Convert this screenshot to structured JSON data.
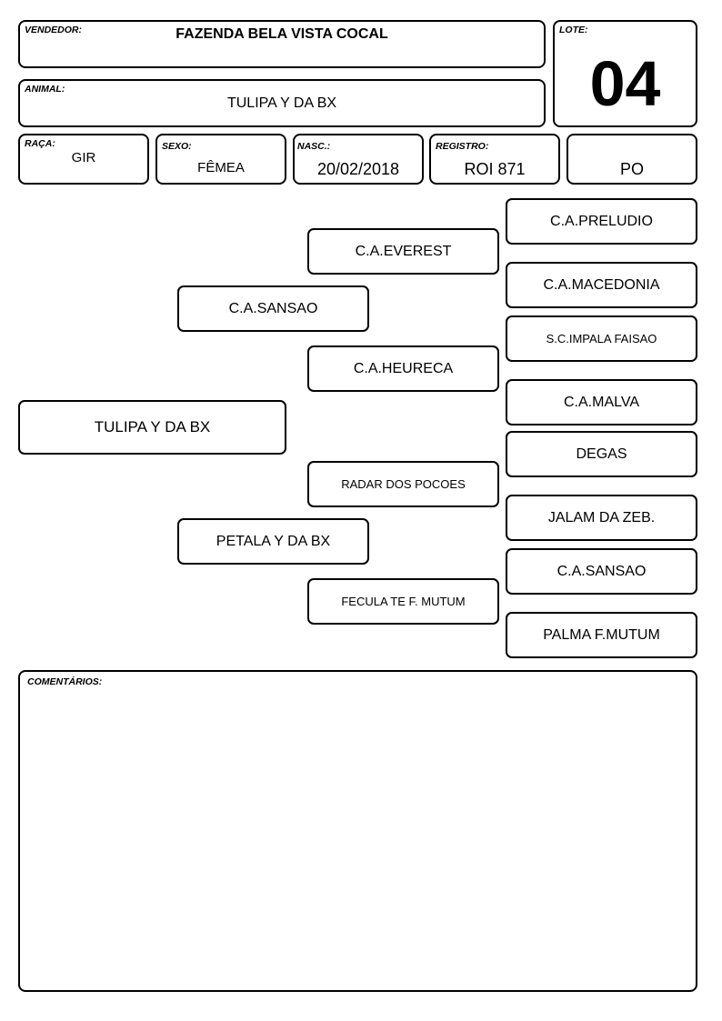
{
  "header": {
    "vendor_label": "VENDEDOR:",
    "vendor": "FAZENDA BELA VISTA COCAL",
    "lot_label": "LOTE:",
    "lot": "04",
    "animal_label": "ANIMAL:",
    "animal": "TULIPA Y DA BX",
    "breed_label": "RAÇA:",
    "breed": "GIR",
    "sex_label": "SEXO:",
    "sex": "FÊMEA",
    "birth_label": "NASC.:",
    "birth": "20/02/2018",
    "registry_label": "REGISTRO:",
    "registry": "ROI 871",
    "category": "PO"
  },
  "pedigree": {
    "animal": "TULIPA Y DA BX",
    "sire": "C.A.SANSAO",
    "dam": "PETALA Y DA BX",
    "sire_sire": "C.A.EVEREST",
    "sire_dam": "C.A.HEURECA",
    "dam_sire": "RADAR DOS POCOES",
    "dam_dam": "FECULA TE F. MUTUM",
    "gg": [
      "C.A.PRELUDIO",
      "C.A.MACEDONIA",
      "S.C.IMPALA FAISAO",
      "C.A.MALVA",
      "DEGAS",
      "JALAM DA ZEB.",
      "C.A.SANSAO",
      "PALMA F.MUTUM"
    ]
  },
  "comments": {
    "label": "COMENTÁRIOS:",
    "text": ""
  }
}
